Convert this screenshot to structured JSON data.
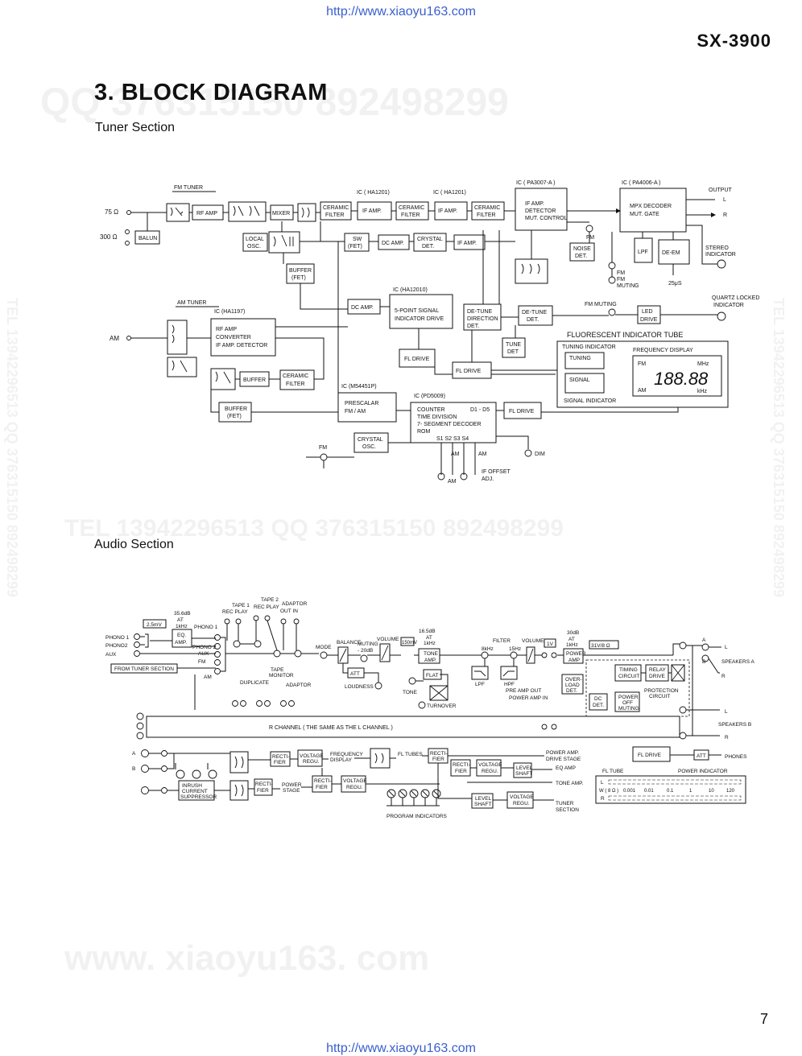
{
  "header": {
    "url_top": "http://www.xiaoyu163.com",
    "url_bottom": "http://www.xiaoyu163.com",
    "model": "SX-3900",
    "title": "3. BLOCK DIAGRAM",
    "page_number": "7"
  },
  "watermarks": {
    "qq_top": "QQ 376315150  892498299",
    "tel_mid": "TEL 13942296513   QQ 376315150  892498299",
    "site_bottom": "www. xiaoyu163. com",
    "side_left": "TEL 13942296513  QQ 376315150  892498299",
    "side_right": "TEL 13942296513  QQ 376315150  892498299"
  },
  "tuner": {
    "heading": "Tuner Section",
    "fm_tuner_label": "FM TUNER",
    "am_tuner_label": "AM TUNER",
    "input_75": "75 Ω",
    "input_300": "300 Ω",
    "am_input": "AM",
    "balun": "BALUN",
    "rf_amp": "RF AMP",
    "mixer": "MIXER",
    "local_osc": [
      "LOCAL",
      "OSC."
    ],
    "buffer_fet": [
      "BUFFER",
      "(FET)"
    ],
    "ceramic_filter": [
      "CERAMIC",
      "FILTER"
    ],
    "if_amp": "IF AMP.",
    "ic_ha1201": "IC ( HA1201)",
    "ic_pa3007": "IC ( PA3007-A )",
    "ic_pa4006": "IC ( PA4006-A )",
    "if_detector": [
      "IF AMP.",
      "DETECTOR",
      "MUT. CONTROL"
    ],
    "mpx_decoder": [
      "MPX DECODER",
      "MUT. GATE"
    ],
    "output": "OUTPUT",
    "out_l": "L",
    "out_r": "R",
    "sw_fet": [
      "SW",
      "(FET)"
    ],
    "dc_amp": "DC AMP.",
    "crystal_det": [
      "CRYSTAL",
      "DET."
    ],
    "noise_det": [
      "NOISE",
      "DET."
    ],
    "lpf": "LPF",
    "de_em": "DE-EM",
    "de_em_value": "25μS",
    "stereo_indicator": [
      "STEREO",
      "INDICATOR"
    ],
    "fm": "FM",
    "fm_muting": [
      "FM",
      "MUTING"
    ],
    "ic_ha12010": "IC (HA12010)",
    "signal_drive": [
      "5-POINT SIGNAL",
      "INDICATOR DRIVE"
    ],
    "de_tune_direction": [
      "DE-TUNE",
      "DIRECTION",
      "DET."
    ],
    "de_tune_det": [
      "DE-TUNE",
      "DET."
    ],
    "fm_muting_line": "FM MUTING",
    "led_drive": [
      "LED",
      "DRIVE"
    ],
    "quartz_locked": [
      "QUARTZ LOCKED",
      "INDICATOR"
    ],
    "ic_ha1197": "IC (HA1197)",
    "rf_converter": [
      "RF AMP",
      "CONVERTER",
      "IF AMP. DETECTOR"
    ],
    "buffer": "BUFFER",
    "fl_drive": "FL DRIVE",
    "tune_det": [
      "TUNE",
      "DET"
    ],
    "fluorescent_tube": "FLUORESCENT  INDICATOR TUBE",
    "tuning_indicator": "TUNING INDICATOR",
    "frequency_display": "FREQUENCY DISPLAY",
    "tuning": "TUNING",
    "signal": "SIGNAL",
    "signal_indicator": "SIGNAL INDICATOR",
    "display_fm": "FM",
    "display_mhz": "MHz",
    "display_am": "AM",
    "display_khz": "kHz",
    "display_digits": "188.88",
    "ic_m54451p": "IC (M54451P)",
    "prescalar": [
      "PRESCALAR",
      "FM / AM"
    ],
    "crystal_osc": [
      "CRYSTAL",
      "OSC."
    ],
    "ic_pd5009": "IC (PD5009)",
    "counter": [
      "COUNTER",
      "TIME  DIVISION",
      "7- SEGMENT DECODER",
      "ROM"
    ],
    "d1_d5": "D1 - D5",
    "s_pins": "S1  S2  S3  S4",
    "dim": "DIM",
    "am": "AM",
    "if_offset": [
      "IF OFFSET",
      "ADJ."
    ]
  },
  "audio": {
    "heading": "Audio Section",
    "phono1": "PHONO 1",
    "phono2": "PHONO2",
    "aux": "AUX",
    "from_tuner": "FROM TUNER SECTION",
    "level_2_5mv": "2.5mV",
    "level_35_6db": "35.6dB",
    "at_1khz": [
      "AT",
      "1kHz"
    ],
    "eq_amp": [
      "EQ.",
      "AMP."
    ],
    "sel_phono1": "PHONO 1",
    "sel_phono2": "PHONO 2",
    "sel_aux": "AUX",
    "sel_fm": "FM",
    "sel_am": "AM",
    "tape1": [
      "TAPE 1",
      "REC PLAY"
    ],
    "tape2": [
      "TAPE 2",
      "REC PLAY"
    ],
    "adaptor_top": [
      "ADAPTOR",
      "OUT  IN"
    ],
    "tape_monitor": [
      "TAPE",
      "MONITOR"
    ],
    "duplicate": "DUPLICATE",
    "adaptor": "ADAPTOR",
    "mode": "MODE",
    "balance": "BALANCE",
    "muting": [
      "MUTING",
      "- 20dB"
    ],
    "volume": "VOLUME",
    "att": "ATT",
    "loudness": "LOUDNESS",
    "level_150mv": "150mV",
    "level_16_5db": "16.5dB",
    "tone_amp": [
      "TONE",
      "AMP."
    ],
    "flat": "FLAT",
    "tone": "TONE",
    "turnover": "TURNOVER",
    "filter": "FILTER",
    "f_8khz": "8kHz",
    "f_15hz": "15Hz",
    "lpf": "LPF",
    "hpf": "HPF",
    "volume2": "VOLUME",
    "pre_amp_out": "PRE AMP OUT",
    "power_amp_in": "POWER AMP IN",
    "level_1v": "1V",
    "level_30db": "30dB",
    "at_1khz_b": [
      "AT",
      "1kHz"
    ],
    "power_amp": [
      "POWER",
      "AMP"
    ],
    "level_31v": "31V/8 Ω",
    "over_load": [
      "OVER-",
      "LOAD",
      "DET."
    ],
    "dc_det": [
      "DC",
      "DET."
    ],
    "timing_circuit": [
      "TIMING",
      "CIRCUIT"
    ],
    "relay_drive": [
      "RELAY",
      "DRIVE"
    ],
    "protection": [
      "PROTECTION",
      "CIRCUIT"
    ],
    "power_off_muting": [
      "POWER",
      "OFF",
      "MUTING"
    ],
    "speakers_a": "SPEAKERS A",
    "speakers_b": "SPEAKERS B",
    "spk_a": "A",
    "spk_b": "B",
    "spk_l": "L",
    "spk_r": "R",
    "r_channel": "R CHANNEL ( THE SAME AS THE  L CHANNEL )",
    "fl_drive": "FL DRIVE",
    "att2": "ATT",
    "phones": "PHONES",
    "fl_tube": "FL TUBE",
    "power_indicator": "POWER INDICATOR",
    "pi_l": "L",
    "pi_w": "W ( 8 Ω )",
    "pi_r": "R",
    "pi_scale": [
      "0.001",
      "0.01",
      "0.1",
      "1",
      "10",
      "120"
    ],
    "ac_a": "A",
    "ac_b": "B",
    "rectifier": [
      "RECTI-",
      "FIER"
    ],
    "voltage_regu": [
      "VOLTAGE",
      "REGU."
    ],
    "frequency_display": [
      "FREQUENCY",
      "DISPLAY"
    ],
    "fl_tubes": "FL TUBES",
    "power_amp_drive": [
      "POWER AMP.",
      "DRIVE  STAGE"
    ],
    "level_shaft": [
      "LEVEL",
      "SHAFT"
    ],
    "eq_amp_out": "EQ AMP",
    "tone_amp_out": "TONE AMP.",
    "tuner_section": [
      "TUNER",
      "SECTION"
    ],
    "inrush": [
      "INRUSH",
      "CURRENT",
      "SUPPRESSOR"
    ],
    "power_stage": [
      "POWER",
      "STAGE"
    ],
    "program_indicators": "PROGRAM INDICATORS"
  }
}
